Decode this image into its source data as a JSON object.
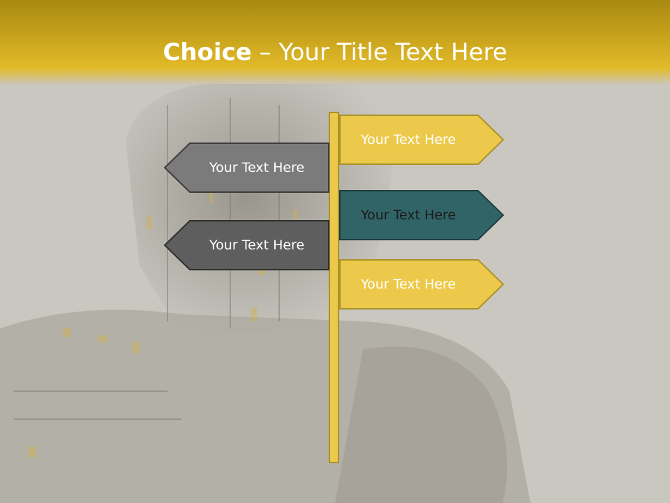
{
  "slide": {
    "title_strong": "Choice",
    "title_rest": " – Your Title Text Here"
  },
  "colors": {
    "header_gold": "#e2bb2a",
    "sign_yellow": "#ecc94a",
    "sign_teal": "#316466",
    "sign_gray": "#7b7b7b",
    "sign_darkgray": "#5e5e5e",
    "background": "#c9c7c0"
  },
  "signs_right": [
    {
      "label": "Your Text Here",
      "color": "#ecc94a",
      "text_color": "#ffffff"
    },
    {
      "label": "Your Text Here",
      "color": "#316466",
      "text_color": "#1a1a1a"
    },
    {
      "label": "Your Text Here",
      "color": "#ecc94a",
      "text_color": "#ffffff"
    }
  ],
  "signs_left": [
    {
      "label": "Your Text Here",
      "color": "#7b7b7b",
      "text_color": "#ffffff"
    },
    {
      "label": "Your Text Here",
      "color": "#5e5e5e",
      "text_color": "#ffffff"
    }
  ]
}
